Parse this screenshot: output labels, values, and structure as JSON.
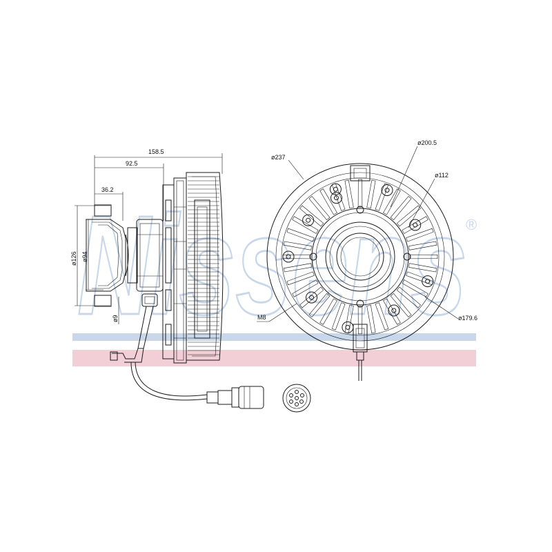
{
  "watermark": {
    "brand": "Nissens",
    "registered": "®",
    "colors": {
      "blue": "#c9d7ea",
      "red": "#f2cfd6"
    }
  },
  "side_view": {
    "dims": {
      "overall_length": "158.5",
      "hub_length": "92.5",
      "pulley_length": "36.2",
      "dia_126": "ø126",
      "dia_94": "ø94",
      "dia_9": "ø9"
    }
  },
  "front_view": {
    "dims": {
      "dia_237": "ø237",
      "dia_200_5": "ø200.5",
      "dia_112": "ø112",
      "dia_179_6": "ø179.6",
      "thread_m8": "M8"
    }
  },
  "line_color": "#1a1a1a"
}
